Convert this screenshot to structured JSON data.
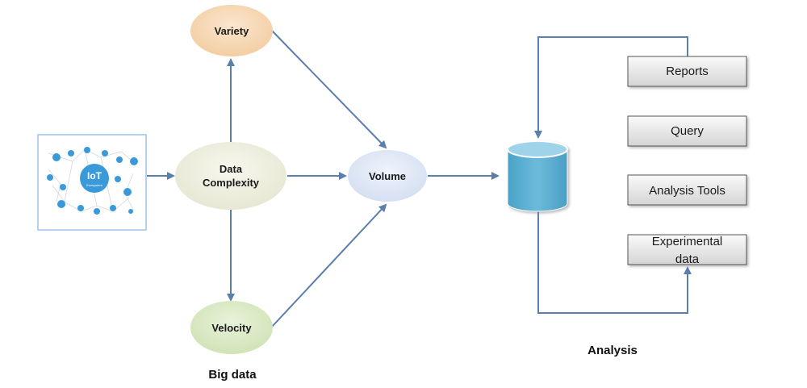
{
  "nodes": {
    "variety": "Variety",
    "data_complexity": [
      "Data",
      "Complexity"
    ],
    "volume": "Volume",
    "velocity": "Velocity"
  },
  "iot": {
    "logo_text": "IoT",
    "logo_subtext": "Ecosystem"
  },
  "analysis_boxes": {
    "reports": "Reports",
    "query": "Query",
    "analysis_tools": "Analysis Tools",
    "experimental": [
      "Experimental",
      "data"
    ]
  },
  "labels": {
    "big_data": "Big data",
    "analysis": "Analysis"
  },
  "colors": {
    "arrow": "#5b7fad",
    "variety_fill": "#f6d7b4",
    "complexity_fill": "#eeeedd",
    "volume_fill": "#dfe7f5",
    "velocity_fill": "#dbe9c6",
    "cylinder_fill": "#5aaed0",
    "iot_icon": "#3a9ad9"
  }
}
